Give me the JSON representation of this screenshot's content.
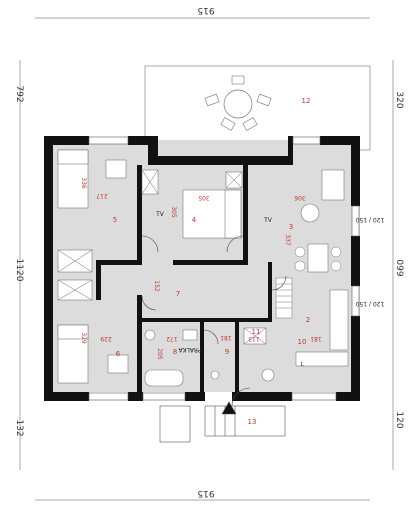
{
  "dimensions": {
    "top": "915",
    "bottom": "915",
    "left_top": "792",
    "left_middle": "1120",
    "left_bottom": "132",
    "right_top": "320",
    "right_middle": "099",
    "right_bottom": "120"
  },
  "rooms": [
    {
      "num": "5",
      "w": "217",
      "d": "336"
    },
    {
      "num": "6",
      "w": "229",
      "d": "329"
    },
    {
      "num": "4",
      "w": "305",
      "d": "305"
    },
    {
      "num": "3",
      "w": "306",
      "d": "337"
    },
    {
      "num": "2",
      "w": "",
      "d": ""
    },
    {
      "num": "7",
      "w": "152",
      "d": ""
    },
    {
      "num": "8",
      "w": "172",
      "d": "205"
    },
    {
      "num": "9",
      "w": "",
      "d": ""
    },
    {
      "num": "10",
      "w": "181",
      "d": ""
    },
    {
      "num": "11",
      "w": "113",
      "d": "181"
    },
    {
      "num": "12",
      "w": "",
      "d": ""
    },
    {
      "num": "13",
      "w": "",
      "d": ""
    }
  ],
  "labels": {
    "tv_left": "TV",
    "tv_right": "TV",
    "laundry": "PRALKA",
    "fridge": "L",
    "window_top_right": "120 / 150",
    "window_right": "120 / 150"
  },
  "legend": {
    "floor": "light gray",
    "terrace": "white"
  }
}
